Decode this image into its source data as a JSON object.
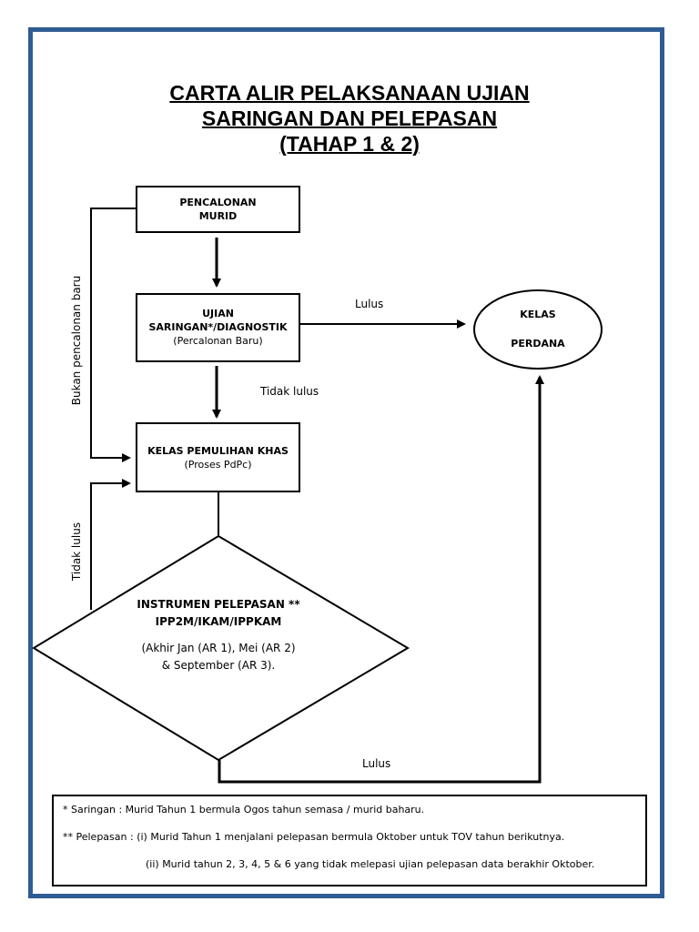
{
  "title": {
    "line1": "CARTA ALIR PELAKSANAAN UJIAN",
    "line2": "SARINGAN  DAN PELEPASAN",
    "line3": "(TAHAP 1 & 2)"
  },
  "nodes": {
    "pencalonan": {
      "line1": "PENCALONAN",
      "line2": "MURID"
    },
    "ujian": {
      "line1": "UJIAN",
      "line2": "SARINGAN*/DIAGNOSTIK",
      "line3": "(Percalonan Baru)"
    },
    "kelas_pemulihan": {
      "line1": "KELAS PEMULIHAN KHAS",
      "line2": "(Proses PdPc)"
    },
    "kelas_perdana": {
      "line1": "KELAS",
      "line2": "PERDANA"
    },
    "instrumen": {
      "line1": "INSTRUMEN PELEPASAN **",
      "line2": "IPP2M/IKAM/IPPKAM",
      "line3": "(Akhir Jan (AR 1), Mei (AR 2)",
      "line4": "& September (AR 3)."
    }
  },
  "edge_labels": {
    "lulus_top": "Lulus",
    "tidak_lulus_mid": "Tidak lulus",
    "bukan_pencalonan": "Bukan pencalonan baru",
    "tidak_lulus_left": "Tidak lulus",
    "lulus_bottom": "Lulus"
  },
  "notes": {
    "note1": "* Saringan : Murid Tahun 1 bermula Ogos tahun semasa / murid baharu.",
    "note2": "** Pelepasan :  (i) Murid Tahun 1 menjalani pelepasan bermula Oktober untuk TOV tahun berikutnya.",
    "note3": "(ii) Murid tahun 2, 3, 4, 5 & 6 yang tidak melepasi ujian pelepasan data berakhir Oktober."
  },
  "colors": {
    "frame": "#2e5c93",
    "line": "#000000"
  }
}
